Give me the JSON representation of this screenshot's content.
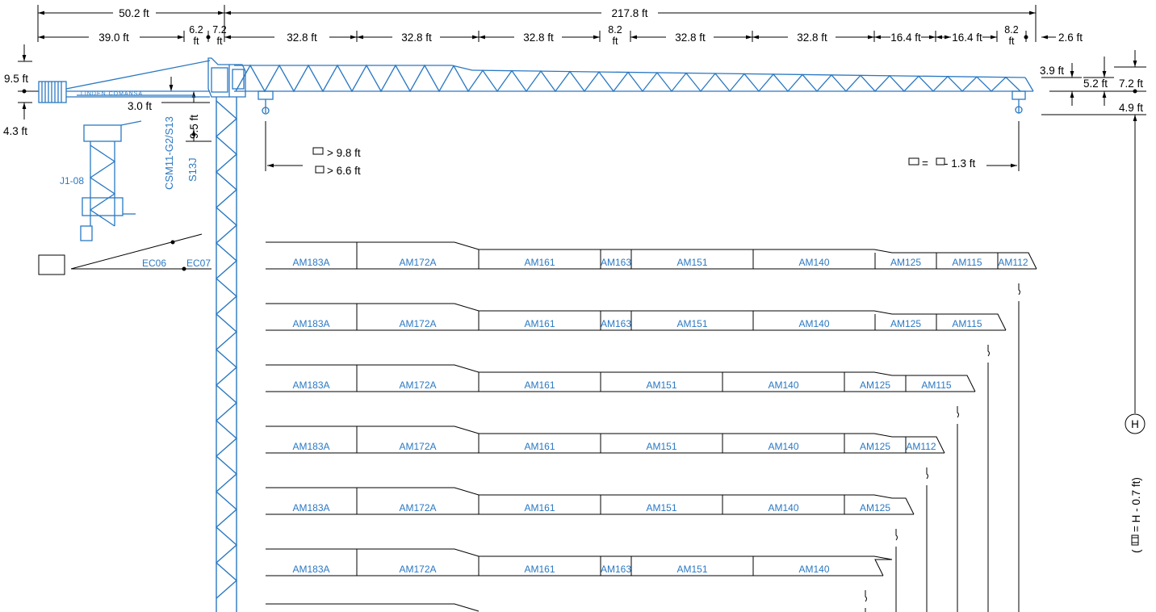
{
  "top_dims": {
    "overall_left": "50.2 ft",
    "overall_right": "217.8 ft",
    "cj_main": "39.0 ft",
    "cj_a": "6.2",
    "cj_b": "7.2",
    "unit": "ft",
    "j1": "32.8 ft",
    "j2": "32.8 ft",
    "j3": "32.8 ft",
    "j4": "8.2",
    "j5": "32.8 ft",
    "j6": "32.8 ft",
    "j7": "16.4 ft",
    "j8": "16.4 ft",
    "j9": "8.2",
    "tip": "2.6 ft"
  },
  "left_dims": {
    "h1": "9.5 ft",
    "h2": "4.3 ft",
    "h3": "3.0 ft",
    "h4": "9.5 ft"
  },
  "right_dims": {
    "r1": "3.9 ft",
    "r2": "5.2 ft",
    "r3": "7.2 ft",
    "r4": "4.9 ft"
  },
  "labels": {
    "brand": "LINDEN COMANSA",
    "cab": "J1-08",
    "mast_a": "CSM11-G2/S13",
    "mast_b": "S13J",
    "ec06": "EC06",
    "ec07": "EC07",
    "min_trolley": "> 9.8 ft",
    "min_hook": "> 6.6 ft",
    "tip_eq": "= ",
    "tip_eq2": " - 1.3 ft",
    "height_symbol": "H",
    "height_eq": "= H - 0.7 ft)",
    "open_paren": "("
  },
  "jib_configs": [
    [
      "AM183A",
      "AM172A",
      "AM161",
      "AM163",
      "AM151",
      "AM140",
      "AM125",
      "AM115",
      "AM112"
    ],
    [
      "AM183A",
      "AM172A",
      "AM161",
      "AM163",
      "AM151",
      "AM140",
      "AM125",
      "AM115"
    ],
    [
      "AM183A",
      "AM172A",
      "AM161",
      "AM151",
      "AM140",
      "AM125",
      "AM115"
    ],
    [
      "AM183A",
      "AM172A",
      "AM161",
      "AM151",
      "AM140",
      "AM125",
      "AM112"
    ],
    [
      "AM183A",
      "AM172A",
      "AM161",
      "AM151",
      "AM140",
      "AM125"
    ],
    [
      "AM183A",
      "AM172A",
      "AM161",
      "AM163",
      "AM151",
      "AM140"
    ]
  ],
  "colors": {
    "crane_blue": "#2a78c2",
    "line": "#000000"
  }
}
